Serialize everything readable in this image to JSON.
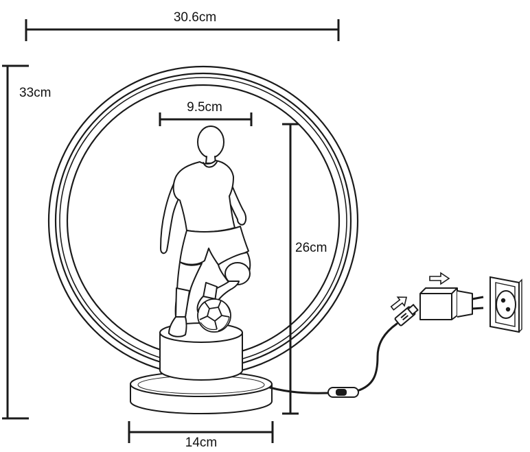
{
  "dimensions": {
    "top_width": "30.6cm",
    "total_height": "33cm",
    "figure_width": "9.5cm",
    "ring_height": "26cm",
    "base_width": "14cm"
  },
  "colors": {
    "line": "#1a1a1a",
    "background": "#ffffff"
  }
}
